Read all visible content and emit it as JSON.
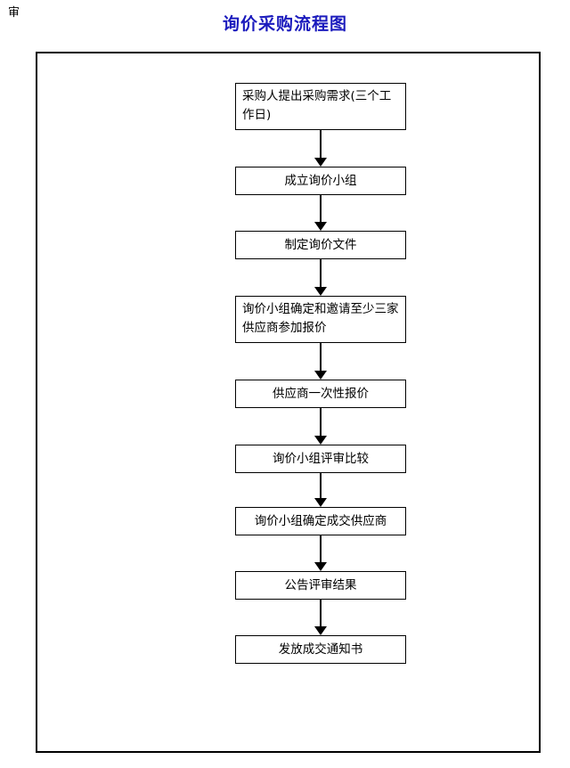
{
  "corner_mark": "审",
  "title": "询价采购流程图",
  "title_color": "#1b1bbd",
  "frame": {
    "border_color": "#000000"
  },
  "flowchart": {
    "type": "flowchart",
    "orientation": "vertical",
    "connector_style": "single-arrow-down",
    "nodes": [
      {
        "id": "n1",
        "label": "采购人提出采购需求(三个工作日)",
        "lines": 2,
        "align": "left"
      },
      {
        "id": "n2",
        "label": "成立询价小组",
        "lines": 1,
        "align": "center"
      },
      {
        "id": "n3",
        "label": "制定询价文件",
        "lines": 1,
        "align": "center"
      },
      {
        "id": "n4",
        "label": "询价小组确定和邀请至少三家供应商参加报价",
        "lines": 2,
        "align": "left"
      },
      {
        "id": "n5",
        "label": "供应商一次性报价",
        "lines": 1,
        "align": "center"
      },
      {
        "id": "n6",
        "label": "询价小组评审比较",
        "lines": 1,
        "align": "center"
      },
      {
        "id": "n7",
        "label": "询价小组确定成交供应商",
        "lines": 1,
        "align": "center"
      },
      {
        "id": "n8",
        "label": "公告评审结果",
        "lines": 1,
        "align": "center"
      },
      {
        "id": "n9",
        "label": "发放成交通知书",
        "lines": 1,
        "align": "center"
      }
    ],
    "edges": [
      {
        "from": "n1",
        "to": "n2"
      },
      {
        "from": "n2",
        "to": "n3"
      },
      {
        "from": "n3",
        "to": "n4"
      },
      {
        "from": "n4",
        "to": "n5"
      },
      {
        "from": "n5",
        "to": "n6"
      },
      {
        "from": "n6",
        "to": "n7"
      },
      {
        "from": "n7",
        "to": "n8"
      },
      {
        "from": "n8",
        "to": "n9"
      }
    ]
  }
}
